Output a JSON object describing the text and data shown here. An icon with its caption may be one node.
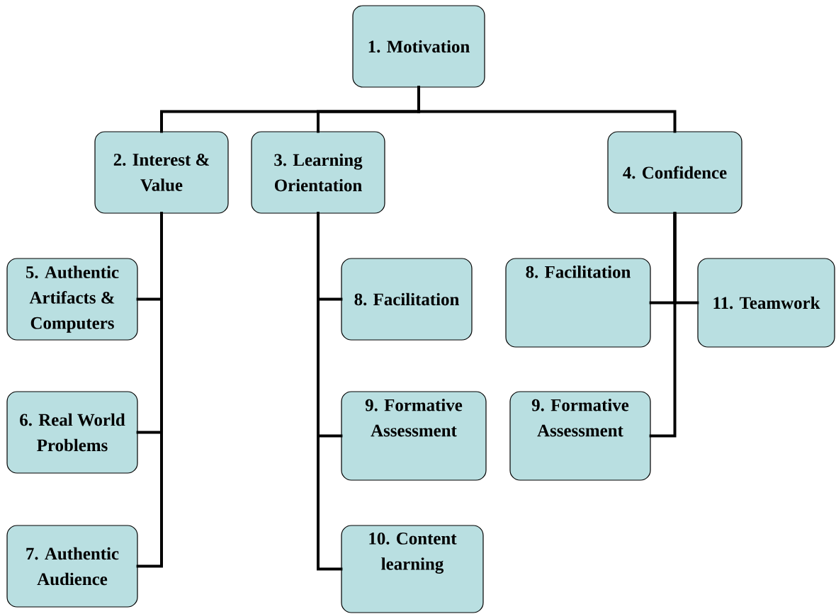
{
  "diagram": {
    "nodes": [
      {
        "text": [
          "1. Motivation"
        ]
      },
      {
        "text": [
          "2. Interest & Value"
        ]
      },
      {
        "text": [
          "3. Learning Orientation"
        ]
      },
      {
        "text": [
          "4. Confidence"
        ]
      },
      {
        "text": [
          "5. Authentic Artifacts & Computers"
        ]
      },
      {
        "text": [
          "6. Real World Problems"
        ]
      },
      {
        "text": [
          "7. Authentic Audience"
        ]
      },
      {
        "text": [
          "8. Facilitation"
        ]
      },
      {
        "text": [
          "9. Formative Assessment"
        ]
      },
      {
        "text": [
          "10. Content learning"
        ]
      },
      {
        "text": [
          "8. Facilitation"
        ]
      },
      {
        "text": [
          "11. Teamwork"
        ]
      },
      {
        "text": [
          "9. Formative Assessment"
        ]
      }
    ],
    "edges": [
      {
        "from": 0,
        "to": 1,
        "arrow": "none"
      },
      {
        "from": 0,
        "to": 2,
        "arrow": "none"
      },
      {
        "from": 0,
        "to": 3,
        "arrow": "none"
      },
      {
        "from": 1,
        "to": 4,
        "arrow": "none"
      },
      {
        "from": 1,
        "to": 5,
        "arrow": "none"
      },
      {
        "from": 1,
        "to": 6,
        "arrow": "none"
      },
      {
        "from": 2,
        "to": 7,
        "arrow": "none"
      },
      {
        "from": 2,
        "to": 8,
        "arrow": "none"
      },
      {
        "from": 2,
        "to": 9,
        "arrow": "none"
      },
      {
        "from": 3,
        "to": 10,
        "arrow": "none"
      },
      {
        "from": 3,
        "to": 11,
        "arrow": "none"
      },
      {
        "from": 3,
        "to": 12,
        "arrow": "none"
      }
    ]
  }
}
